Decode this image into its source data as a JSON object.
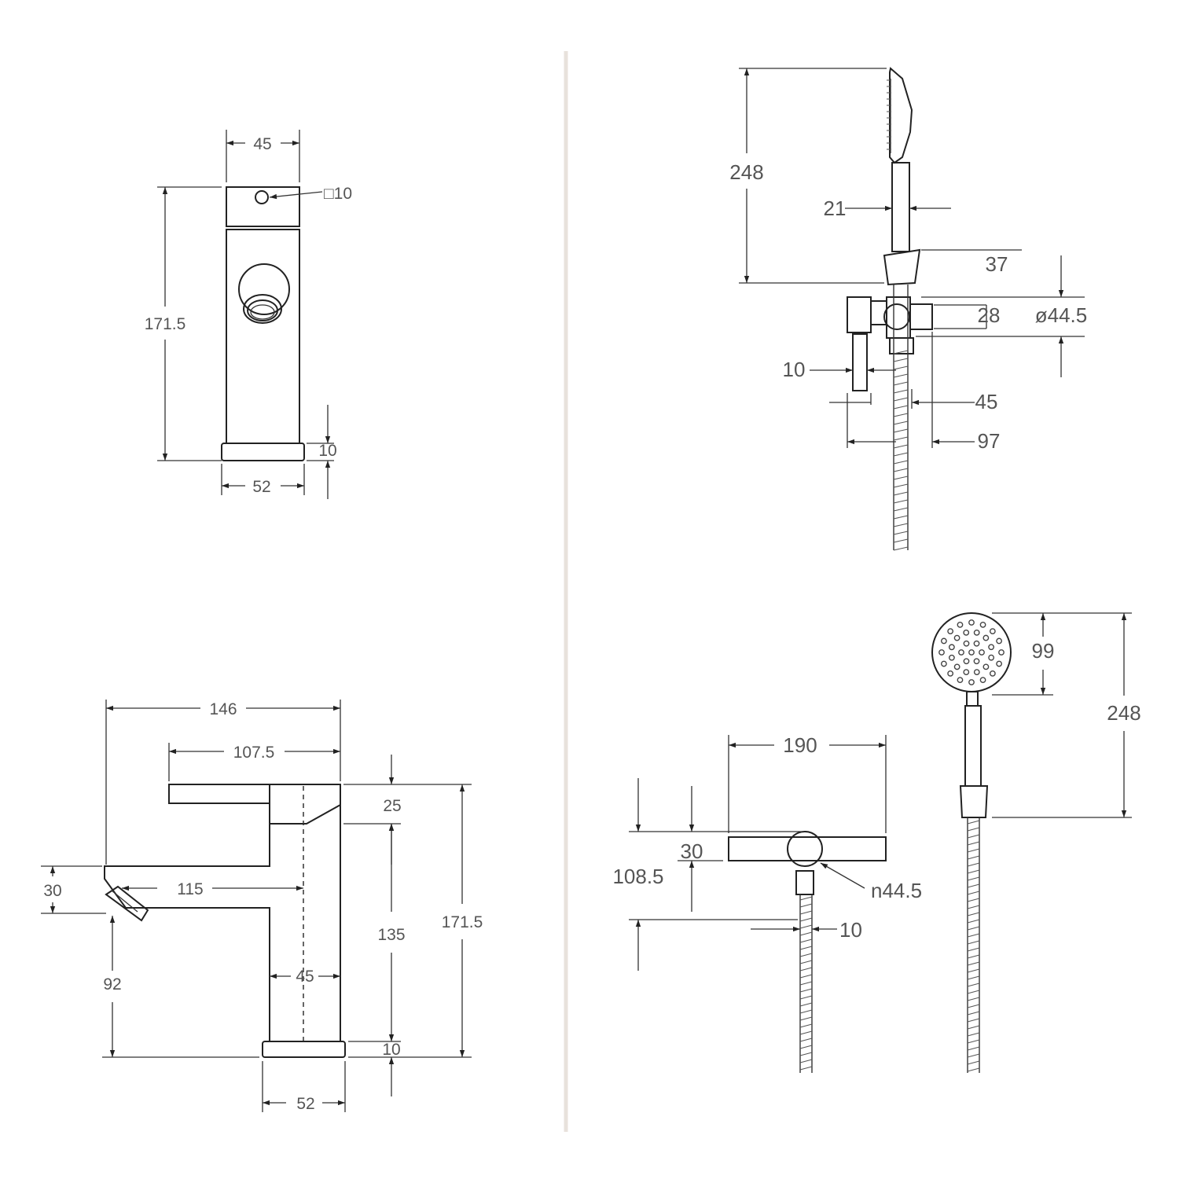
{
  "views": {
    "basin_front": {
      "dims": {
        "width": "45",
        "handle": "□10",
        "height": "171.5",
        "base_height": "10",
        "base_width": "52"
      }
    },
    "basin_side": {
      "dims": {
        "total_length": "146",
        "handle_length": "107.5",
        "handle_thickness": "25",
        "spout_height": "30",
        "spout_reach": "115",
        "spout_base": "92",
        "body_height": "135",
        "total_height": "171.5",
        "body_width": "45",
        "base_height": "10",
        "base_width": "52"
      }
    },
    "shower_side": {
      "dims": {
        "head_height": "248",
        "handle_dia": "21",
        "holder_height": "37",
        "valve_height": "28",
        "valve_dia": "ø44.5",
        "lever_thickness": "10",
        "body_depth": "45",
        "total_depth": "97"
      }
    },
    "shower_front": {
      "dims": {
        "head_dia": "99",
        "head_height": "248",
        "lever_length": "190",
        "lever_thickness": "30",
        "total_height": "108.5",
        "valve_dia": "n44.5",
        "outlet": "10"
      }
    }
  },
  "icons": [
    "arrow-head-icon"
  ]
}
